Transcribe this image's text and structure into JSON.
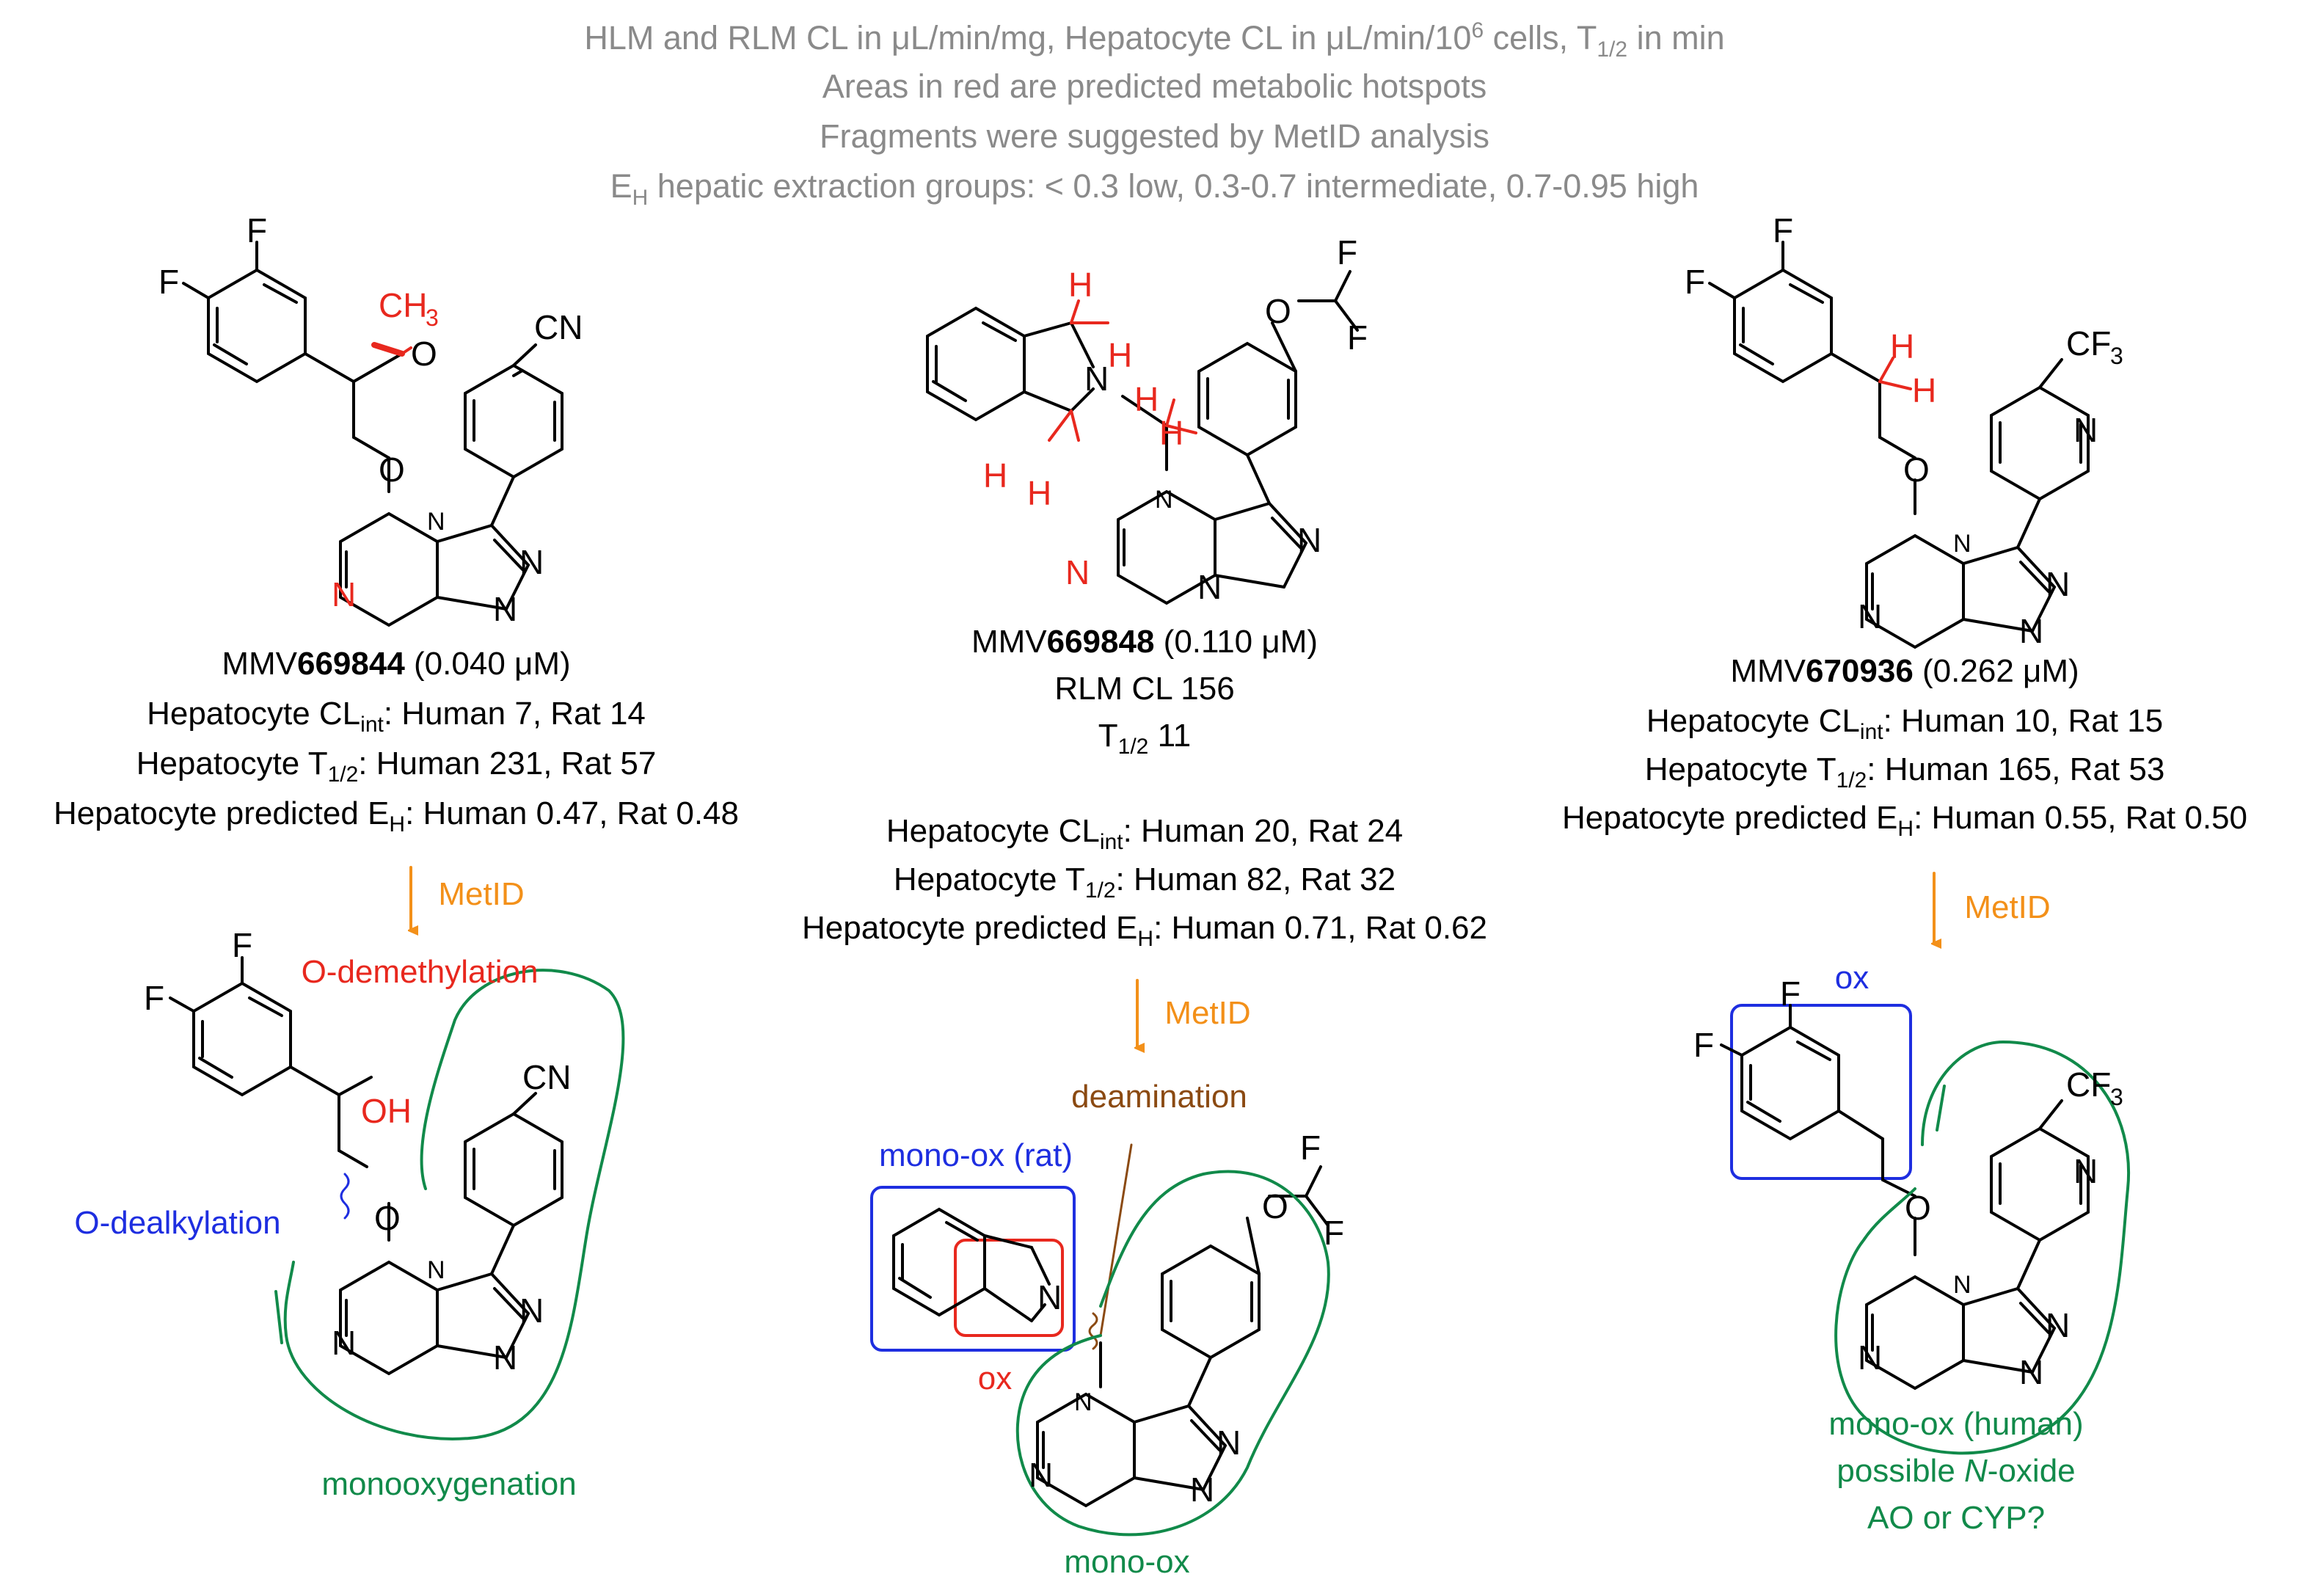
{
  "header": {
    "line1_a": "HLM and RLM CL in ",
    "line1_mu": "μ",
    "line1_b": "L/min/mg, Hepatocyte CL in ",
    "line1_c": "L/min/10",
    "line1_sup": "6",
    "line1_d": " cells, T",
    "line1_sub": "1/2",
    "line1_e": " in min",
    "line2": "Areas in red are predicted metabolic hotspots",
    "line3": "Fragments were suggested by MetID analysis",
    "line4_a": "E",
    "line4_sub": "H",
    "line4_b": " hepatic extraction groups: < 0.3 low, 0.3-0.7 intermediate, 0.7-0.95 high"
  },
  "compounds": [
    {
      "prefix": "MMV",
      "id": "669844",
      "potency": " (0.040 μM)",
      "lines": [
        {
          "a": "Hepatocyte CL",
          "sub": "int",
          "b": ": Human 7, Rat 14"
        },
        {
          "a": "Hepatocyte T",
          "sub": "1/2",
          "b": ": Human 231, Rat 57"
        },
        {
          "a": "Hepatocyte predicted E",
          "sub": "H",
          "b": ": Human 0.47, Rat 0.48"
        }
      ],
      "arrow_label": "MetID",
      "labels": {
        "odemethyl": "O-demethylation",
        "odealk": "O-dealkylation",
        "monoox": "monooxygenation"
      }
    },
    {
      "prefix": "MMV",
      "id": "669848",
      "potency": " (0.110 μM)",
      "extra1": "RLM CL 156",
      "extra2": {
        "a": "T",
        "sub": "1/2",
        "b": " 11"
      },
      "lines": [
        {
          "a": "Hepatocyte CL",
          "sub": "int",
          "b": ": Human 20, Rat 24"
        },
        {
          "a": "Hepatocyte T",
          "sub": "1/2",
          "b": ": Human 82, Rat 32"
        },
        {
          "a": "Hepatocyte predicted E",
          "sub": "H",
          "b": ": Human 0.71, Rat 0.62"
        }
      ],
      "arrow_label": "MetID",
      "labels": {
        "deamination": "deamination",
        "monoox_rat": "mono-ox (rat)",
        "ox": "ox",
        "monoox": "mono-ox"
      }
    },
    {
      "prefix": "MMV",
      "id": "670936",
      "potency": " (0.262 μM)",
      "lines": [
        {
          "a": "Hepatocyte CL",
          "sub": "int",
          "b": ": Human 10, Rat 15"
        },
        {
          "a": "Hepatocyte T",
          "sub": "1/2",
          "b": ": Human 165, Rat 53"
        },
        {
          "a": "Hepatocyte predicted E",
          "sub": "H",
          "b": ": Human 0.55, Rat 0.50"
        }
      ],
      "arrow_label": "MetID",
      "labels": {
        "ox": "ox",
        "human1": "mono-ox (human)",
        "human2a": "possible ",
        "human2b": "N",
        "human2c": "-oxide",
        "human3": "AO or CYP?"
      }
    }
  ],
  "atoms": {
    "F": "F",
    "N": "N",
    "O": "O",
    "H": "H",
    "CN": "CN",
    "OH": "OH",
    "CH3_a": "CH",
    "CH3_b": "3",
    "CF3_a": "CF",
    "CF3_b": "3"
  },
  "colors": {
    "header_grey": "#8a8a8a",
    "hotspot_red": "#e8281e",
    "fragment_green": "#118a4a",
    "dealkylation_blue": "#1e2ee0",
    "metid_orange": "#f39019",
    "deamination_brown": "#8b4a12"
  }
}
